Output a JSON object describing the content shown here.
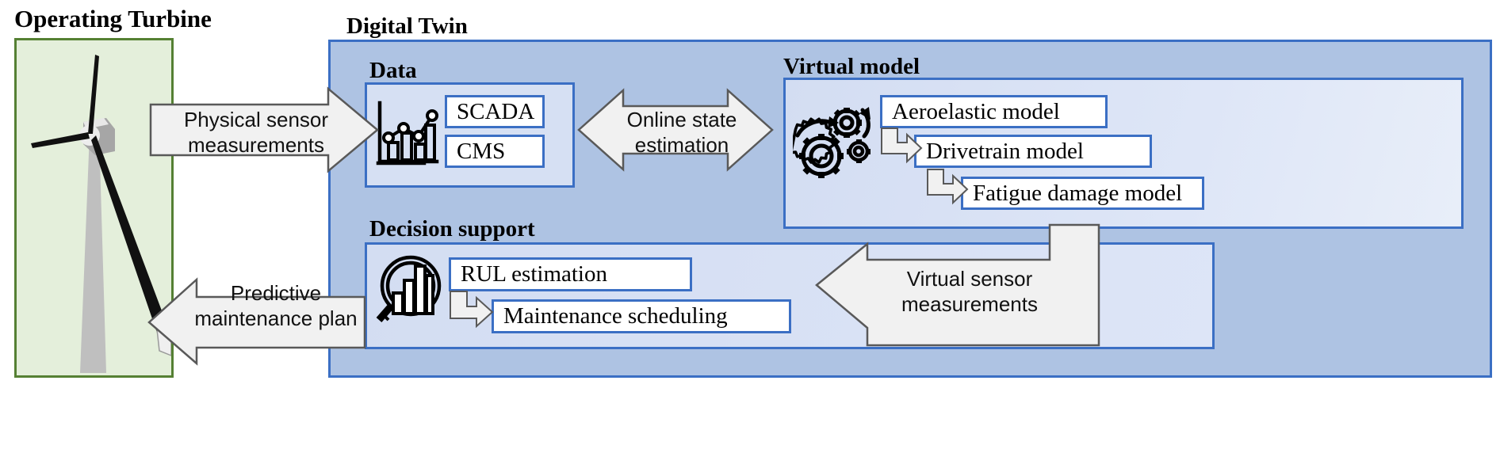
{
  "diagram": {
    "title_left": "Operating Turbine",
    "title_right": "Digital Twin"
  },
  "turbine_panel": {
    "name": "Operating Turbine",
    "icon": "wind-turbine-icon",
    "fill_color": "#e4efdb",
    "border_color": "#558033"
  },
  "digital_twin_panel": {
    "name": "Digital Twin",
    "fill_color": "#aec3e3",
    "border_color": "#3b6fc4",
    "sections": [
      {
        "label": "Data",
        "icon": "bar-chart-line-icon",
        "items": [
          "SCADA",
          "CMS"
        ]
      },
      {
        "label": "Virtual model",
        "icon": "gears-icon",
        "items": [
          "Aeroelastic model",
          "Drivetrain model",
          "Fatigue damage model"
        ]
      },
      {
        "label": "Decision support",
        "icon": "magnifier-bar-chart-icon",
        "items": [
          "RUL estimation",
          "Maintenance scheduling"
        ]
      }
    ]
  },
  "arrows": [
    {
      "id": "physical-sensor-measurements",
      "label": "Physical sensor\nmeasurements",
      "direction": "right",
      "from": "Operating Turbine",
      "to": "Data"
    },
    {
      "id": "online-state-estimation",
      "label": "Online state\nestimation",
      "direction": "bidirectional",
      "from": "Data",
      "to": "Virtual model"
    },
    {
      "id": "virtual-sensor-measurements",
      "label": "Virtual sensor\nmeasurements",
      "direction": "left",
      "from": "Virtual model",
      "to": "Decision support"
    },
    {
      "id": "predictive-maintenance-plan",
      "label": "Predictive\nmaintenance plan",
      "direction": "left",
      "from": "Decision support",
      "to": "Operating Turbine"
    }
  ],
  "flow_connectors": [
    {
      "from": "Aeroelastic model",
      "to": "Drivetrain model"
    },
    {
      "from": "Drivetrain model",
      "to": "Fatigue damage model"
    },
    {
      "from": "RUL estimation",
      "to": "Maintenance scheduling"
    }
  ],
  "colors": {
    "outer_blue_fill": "#aec3e3",
    "inner_blue_fill": "#d6e0f3",
    "blue_border": "#3b6fc4",
    "green_fill": "#e4efdb",
    "green_border": "#558033",
    "arrow_fill": "#f1f1f1",
    "arrow_stroke": "#595959"
  }
}
